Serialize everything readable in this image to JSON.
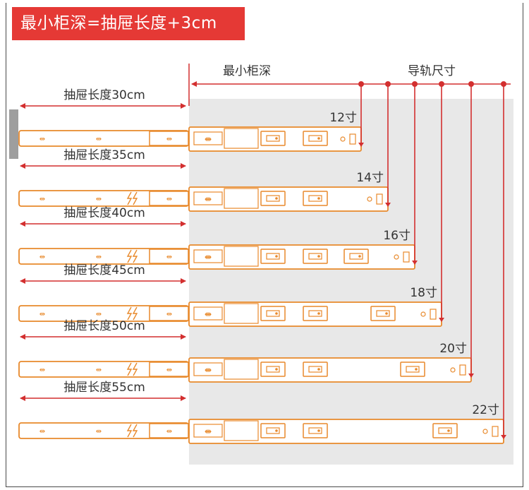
{
  "banner": {
    "title": "最小柜深=抽屉长度+3cm"
  },
  "header": {
    "min_depth_label": "最小柜深",
    "rail_size_label": "导轨尺寸"
  },
  "colors": {
    "banner_bg": "#e53935",
    "arrow_red": "#d32f2f",
    "rail_orange": "#e8892b",
    "cabinet_gray": "#e8e8e8",
    "wall_gray": "#9e9e9e"
  },
  "rows": [
    {
      "drawer_label": "抽屉长度30cm",
      "rail_label": "12寸"
    },
    {
      "drawer_label": "抽屉长度35cm",
      "rail_label": "14寸"
    },
    {
      "drawer_label": "抽屉长度40cm",
      "rail_label": "16寸"
    },
    {
      "drawer_label": "抽屉长度45cm",
      "rail_label": "18寸"
    },
    {
      "drawer_label": "抽屉长度50cm",
      "rail_label": "20寸"
    },
    {
      "drawer_label": "抽屉长度55cm",
      "rail_label": "22寸"
    }
  ]
}
